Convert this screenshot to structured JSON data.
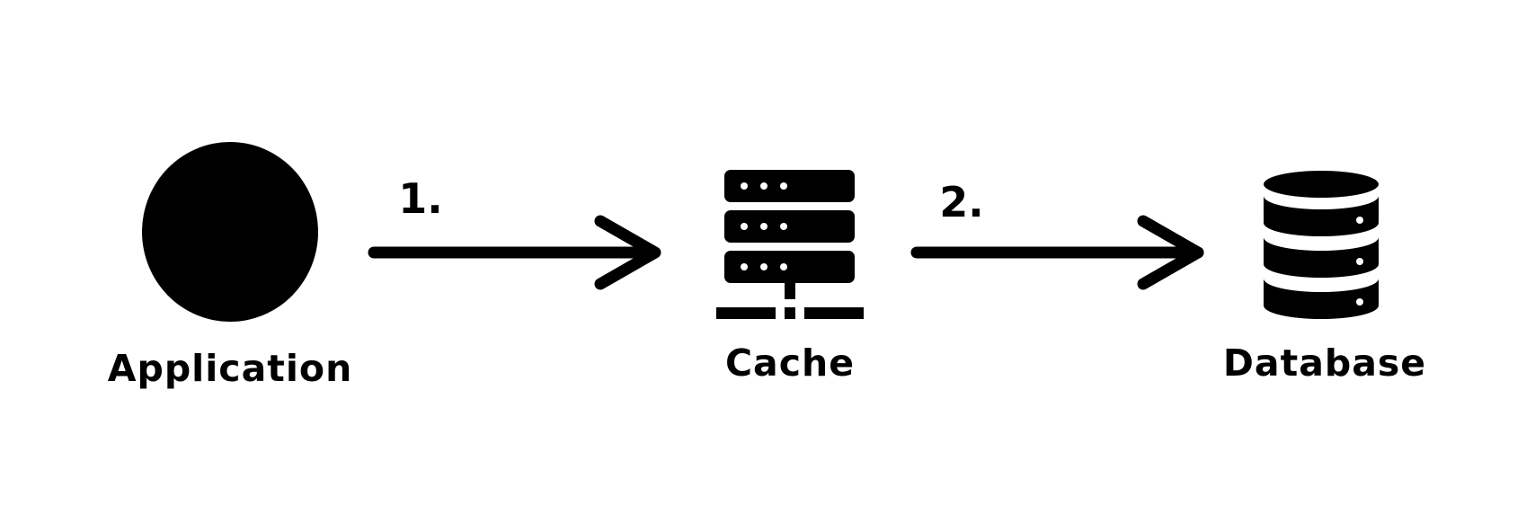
{
  "diagram": {
    "nodes": [
      {
        "id": "application",
        "label": "Application",
        "icon": "circle-icon"
      },
      {
        "id": "cache",
        "label": "Cache",
        "icon": "server-icon"
      },
      {
        "id": "database",
        "label": "Database",
        "icon": "database-icon"
      }
    ],
    "edges": [
      {
        "from": "application",
        "to": "cache",
        "label": "1."
      },
      {
        "from": "cache",
        "to": "database",
        "label": "2."
      }
    ],
    "colors": {
      "foreground": "#000000",
      "background": "#ffffff"
    }
  }
}
